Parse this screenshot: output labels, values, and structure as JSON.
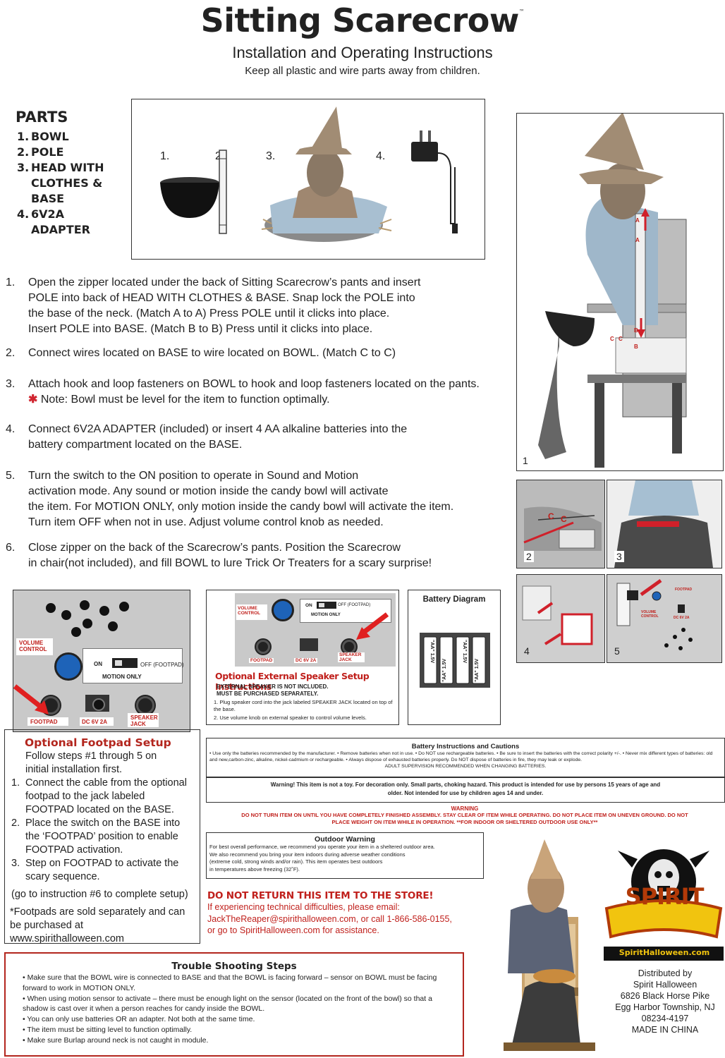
{
  "header": {
    "title": "Sitting Scarecrow",
    "tm": "™",
    "subtitle": "Installation and Operating Instructions",
    "warning": "Keep all plastic and wire parts away from children."
  },
  "parts": {
    "heading": "PARTS",
    "items": [
      {
        "num": "1.",
        "label": "BOWL"
      },
      {
        "num": "2.",
        "label": "POLE"
      },
      {
        "num": "3.",
        "label": "HEAD WITH CLOTHES & BASE"
      },
      {
        "num": "4.",
        "label": "6V2A ADAPTER"
      }
    ],
    "figure_labels": [
      "1.",
      "2.",
      "3.",
      "4."
    ]
  },
  "steps": [
    {
      "num": "1.",
      "lines": [
        "Open the zipper located under the back of Sitting Scarecrow’s pants and insert",
        "POLE into back of HEAD WITH CLOTHES & BASE. Snap lock the POLE into",
        "the base of the neck. (Match A to A) Press POLE until it clicks into place.",
        "Insert POLE into BASE. (Match B to B) Press until it clicks into place."
      ]
    },
    {
      "num": "2.",
      "lines": [
        "Connect wires located on BASE to wire located on BOWL. (Match C to C)"
      ]
    },
    {
      "num": "3.",
      "lines": [
        "Attach hook and loop fasteners on BOWL to hook and loop fasteners located on the pants."
      ],
      "note": "Note: Bowl must be level for the item to function optimally."
    },
    {
      "num": "4.",
      "lines": [
        "Connect 6V2A ADAPTER (included) or insert 4 AA alkaline batteries into the",
        "battery compartment located on the BASE."
      ]
    },
    {
      "num": "5.",
      "lines": [
        "Turn the switch to the ON position to operate in Sound and Motion",
        "activation mode.  Any sound or motion inside the candy bowl will activate",
        "the item. For MOTION ONLY, only motion inside the candy bowl will activate the item.",
        "Turn item OFF when not in use. Adjust volume control knob as needed."
      ]
    },
    {
      "num": "6.",
      "lines": [
        "Close zipper on the back of the Scarecrow’s pants. Position the Scarecrow",
        "in chair(not included), and fill BOWL to lure Trick Or Treaters for a scary surprise!"
      ]
    }
  ],
  "side_figures": {
    "labels": [
      "1",
      "2",
      "3",
      "4",
      "5"
    ],
    "pole_letters": [
      "A",
      "A",
      "B",
      "B"
    ],
    "wire_letters": [
      "C",
      "C"
    ],
    "module5": {
      "footpad": "FOOTPAD",
      "volume": "VOLUME CONTROL",
      "dc": "DC 6V 2A"
    }
  },
  "control_panel": {
    "volume": "VOLUME CONTROL",
    "on": "ON",
    "off": "OFF (FOOTPAD)",
    "motion": "MOTION ONLY",
    "footpad": "FOOTPAD",
    "dc": "DC 6V 2A",
    "speaker": "SPEAKER JACK"
  },
  "speaker_panel": {
    "volume": "VOLUME CONTROL",
    "on": "ON",
    "off": "OFF (FOOTPAD)",
    "motion": "MOTION ONLY",
    "footpad": "FOOTPAD",
    "dc": "DC 6V 2A",
    "speaker": "SPEAKER JACK",
    "heading": "Optional External Speaker Setup Instructions",
    "notice1": "EXTERNAL SPEAKER IS NOT INCLUDED.",
    "notice2": "MUST BE PURCHASED SEPARATELY.",
    "step1": "1. Plug speaker cord into the jack labeled SPEAKER JACK located on top of the base.",
    "step2": "2. Use volume knob on external speaker to control volume levels."
  },
  "battery_diagram": {
    "title": "Battery Diagram",
    "cell_label": "\"AA\" 1.5V"
  },
  "footpad_setup": {
    "heading": "Optional Footpad Setup",
    "intro": "Follow steps #1 through 5 on initial installation first.",
    "items": [
      {
        "num": "1.",
        "text": "Connect the cable from the optional footpad to the jack labeled FOOTPAD located on the BASE."
      },
      {
        "num": "2.",
        "text": "Place the switch on the BASE into the ‘FOOTPAD’ position to enable FOOTPAD activation."
      },
      {
        "num": "3.",
        "text": "Step on FOOTPAD to activate the scary sequence."
      }
    ],
    "go_to": "(go to instruction #6 to complete setup)",
    "note": "*Footpads are sold separately and can be purchased at www.spirithalloween.com"
  },
  "cautions": {
    "heading": "Battery Instructions and Cautions",
    "body": "• Use only the batteries recommended by the manufacturer. • Remove batteries when not in use. • Do NOT use rechargeable batteries. • Be sure to insert the batteries with the correct polarity +/-. • Never mix different types of batteries: old and new,carbon-zinc, alkaline, nickel-cadmium or rechargeable. • Always dispose of exhausted batteries properly. Do NOT dispose of batteries in fire, they may leak or explode.",
    "supervision": "ADULT SUPERVISION RECOMMENDED WHEN CHANGING BATTERIES.",
    "toy_warning": "Warning! This item is not a toy. For decoration only. Small parts, choking hazard. This product is intended for use by persons 15 years of age and older. Not intended for use by children ages 14 and under.",
    "warning_heading": "WARNING",
    "warning_body": "DO NOT TURN ITEM ON UNTIL YOU HAVE COMPLETELY  FINISHED ASSEMBLY. STAY CLEAR OF ITEM WHILE  OPERATING. DO NOT PLACE ITEM ON UNEVEN GROUND. DO NOT PLACE WEIGHT ON ITEM WHILE IN OPERATION. **FOR INDOOR OR SHELTERED OUTDOOR USE ONLY**"
  },
  "outdoor": {
    "heading": "Outdoor Warning",
    "lines": [
      "For best overall performance, we recommend you operate your item in a sheltered outdoor area.",
      "We also recommend you bring your item indoors during adverse weather conditions",
      "(extreme cold, strong winds and/or rain). This item operates best outdoors",
      "in temperatures above freezing (32˚F)."
    ]
  },
  "return": {
    "heading": "DO NOT RETURN THIS ITEM TO THE STORE!",
    "line1": "If experiencing technical difficulties, please email:",
    "line2": "JackTheReaper@spirithalloween.com, or call 1-866-586-0155,",
    "line3": "or go to SpiritHalloween.com for assistance."
  },
  "trouble": {
    "heading": "Trouble Shooting Steps",
    "items": [
      "• Make sure that the BOWL wire is connected to BASE and that the BOWL is facing forward – sensor on BOWL must be facing forward to work in MOTION ONLY.",
      "• When using motion sensor to activate – there must be enough light on the sensor (located on the front of the bowl) so that a shadow is cast over it when a person reaches for candy inside the BOWL.",
      "• You can only use batteries OR an adapter. Not both at the same time.",
      "• The item must be sitting level to function optimally.",
      "• Make sure Burlap around neck is not caught in module."
    ]
  },
  "brand": {
    "logo": "SPIRIT",
    "site": "SpiritHalloween.com",
    "dist": [
      "Distributed by",
      "Spirit Halloween",
      "6826 Black Horse Pike",
      "Egg Harbor Township, NJ",
      "08234-4197",
      "MADE IN CHINA"
    ]
  },
  "colors": {
    "accent_red": "#b3261e",
    "knob_blue": "#1e63b8",
    "panel_gray": "#c9c9c9"
  }
}
